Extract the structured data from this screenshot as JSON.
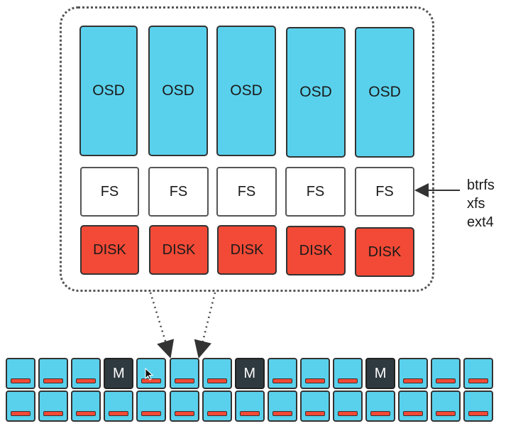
{
  "node": {
    "osd_label": "OSD",
    "fs_label": "FS",
    "disk_label": "DISK",
    "column_count": 5
  },
  "filesystems": {
    "options": [
      "btrfs",
      "xfs",
      "ext4"
    ]
  },
  "cluster": {
    "rows": 2,
    "units_per_row": 15,
    "monitor_label": "M",
    "monitor_positions_row1": [
      4,
      8,
      12
    ]
  },
  "colors": {
    "osd": "#5ad1ec",
    "disk": "#f24a36",
    "monitor": "#2f3a40"
  }
}
